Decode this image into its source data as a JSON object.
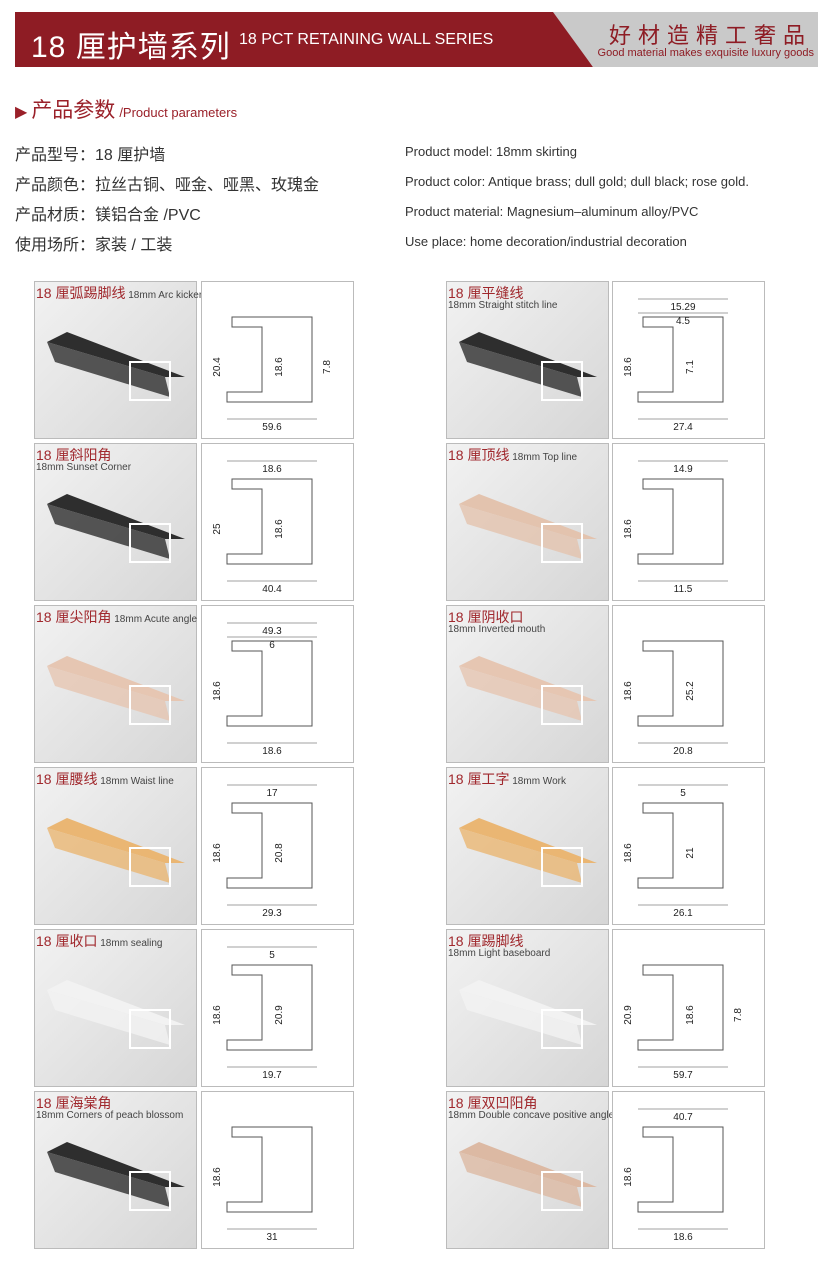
{
  "header": {
    "title_cn": "18 厘护墙系列",
    "title_en": "18 PCT RETAINING WALL SERIES",
    "slogan_cn": "好材造精工奢品",
    "slogan_en": "Good material makes exquisite luxury goods"
  },
  "section": {
    "marker": "▶",
    "title_cn": "产品参数",
    "title_en": "/Product parameters"
  },
  "params_cn": [
    "产品型号：18 厘护墙",
    "产品颜色：拉丝古铜、哑金、哑黑、玫瑰金",
    "产品材质：镁铝合金 /PVC",
    "使用场所：家装 / 工装"
  ],
  "params_en": [
    "Product model: 18mm skirting",
    "Product color: Antique brass; dull gold; dull black; rose gold.",
    "Product material: Magnesium–aluminum alloy/PVC",
    "Use place: home decoration/industrial decoration"
  ],
  "products": [
    {
      "cn": "18 厘弧踢脚线",
      "en": "18mm Arc kicker",
      "inline": true,
      "color": "#2e2e2e",
      "h": [
        "59.6"
      ],
      "v": [
        "20.4",
        "18.6",
        "7.8"
      ]
    },
    {
      "cn": "18 厘平缝线",
      "en": "18mm Straight stitch line",
      "inline": false,
      "color": "#2e2e2e",
      "h": [
        "15.29",
        "4.5",
        "27.4"
      ],
      "v": [
        "18.6",
        "7.1"
      ]
    },
    {
      "cn": "18 厘斜阳角",
      "en": "18mm Sunset Corner",
      "inline": false,
      "color": "#2e2e2e",
      "h": [
        "18.6",
        "40.4"
      ],
      "v": [
        "25",
        "18.6"
      ]
    },
    {
      "cn": "18 厘顶线",
      "en": "18mm Top line",
      "inline": true,
      "color": "#e3c3ae",
      "h": [
        "14.9",
        "11.5"
      ],
      "v": [
        "18.6"
      ]
    },
    {
      "cn": "18 厘尖阳角",
      "en": "18mm Acute angle",
      "inline": true,
      "color": "#e6c6b2",
      "h": [
        "49.3",
        "6",
        "18.6"
      ],
      "v": [
        "18.6"
      ]
    },
    {
      "cn": "18 厘阴收口",
      "en": "18mm Inverted mouth",
      "inline": false,
      "color": "#e6c6b2",
      "h": [
        "20.8"
      ],
      "v": [
        "18.6",
        "25.2"
      ]
    },
    {
      "cn": "18 厘腰线",
      "en": "18mm Waist line",
      "inline": true,
      "color": "#eab673",
      "h": [
        "17",
        "29.3"
      ],
      "v": [
        "18.6",
        "20.8"
      ]
    },
    {
      "cn": "18 厘工字",
      "en": "18mm Work",
      "inline": true,
      "color": "#eab673",
      "h": [
        "5",
        "26.1"
      ],
      "v": [
        "18.6",
        "21"
      ]
    },
    {
      "cn": "18 厘收口",
      "en": "18mm sealing",
      "inline": true,
      "color": "#f2f2f2",
      "h": [
        "5",
        "19.7"
      ],
      "v": [
        "18.6",
        "20.9"
      ]
    },
    {
      "cn": "18 厘踢脚线",
      "en": "18mm Light baseboard",
      "inline": false,
      "color": "#f2f2f2",
      "h": [
        "59.7"
      ],
      "v": [
        "20.9",
        "18.6",
        "7.8"
      ]
    },
    {
      "cn": "18 厘海棠角",
      "en": "18mm Corners of peach blossom",
      "inline": false,
      "color": "#2e2e2e",
      "h": [
        "31"
      ],
      "v": [
        "18.6"
      ]
    },
    {
      "cn": "18 厘双凹阳角",
      "en": "18mm Double concave positive angle",
      "inline": false,
      "color": "#dcb9a3",
      "h": [
        "40.7",
        "18.6"
      ],
      "v": [
        "18.6"
      ]
    }
  ]
}
